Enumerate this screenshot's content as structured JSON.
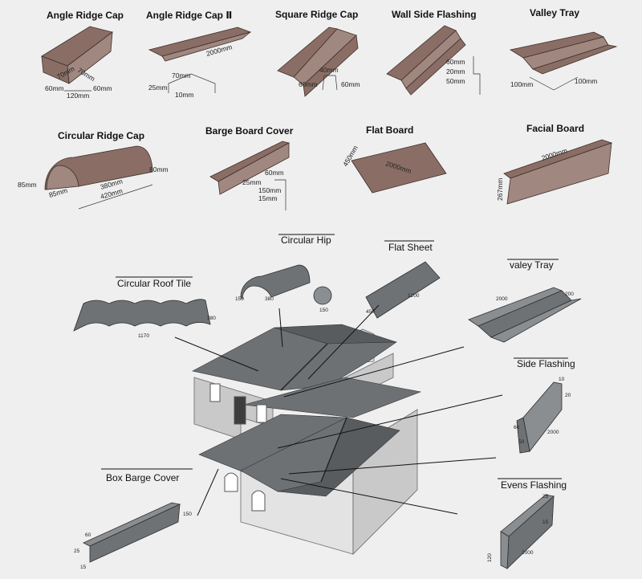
{
  "products": {
    "angle_ridge_cap": {
      "title": "Angle Ridge Cap",
      "d1": "70mm",
      "d2": "70mm",
      "d3": "60mm",
      "d4": "120mm",
      "d5": "60mm"
    },
    "angle_ridge_cap_2": {
      "title": "Angle Ridge Cap Ⅱ",
      "d1": "2000mm",
      "d2": "70mm",
      "d3": "25mm",
      "d4": "10mm"
    },
    "square_ridge_cap": {
      "title": "Square Ridge Cap",
      "d1": "40mm",
      "d2": "60mm",
      "d3": "60mm"
    },
    "wall_side_flashing": {
      "title": "Wall Side Flashing",
      "d1": "60mm",
      "d2": "20mm",
      "d3": "50mm"
    },
    "valley_tray": {
      "title": "Valley Tray",
      "d1": "100mm",
      "d2": "100mm"
    },
    "circular_ridge_cap": {
      "title": "Circular Ridge Cap",
      "d1": "80mm",
      "d2": "85mm",
      "d3": "85mm",
      "d4": "380mm",
      "d5": "420mm"
    },
    "barge_board_cover": {
      "title": "Barge Board Cover",
      "d1": "60mm",
      "d2": "25mm",
      "d3": "150mm",
      "d4": "15mm"
    },
    "flat_board": {
      "title": "Flat Board",
      "d1": "450mm",
      "d2": "2000mm"
    },
    "facial_board": {
      "title": "Facial Board",
      "d1": "2000mm",
      "d2": "267mm"
    }
  },
  "diagram": {
    "circular_hip": {
      "label": "Circular Hip",
      "d1": "150",
      "d2": "380",
      "d3": "150"
    },
    "flat_sheet": {
      "label": "Flat  Sheet",
      "d1": "1200",
      "d2": "450"
    },
    "valey_tray": {
      "label": "valey  Tray",
      "d1": "2000",
      "d2": "200"
    },
    "circular_roof_tile": {
      "label": "Circular Roof Tile",
      "d1": "380",
      "d2": "1170"
    },
    "side_flashing": {
      "label": "Side Flashing",
      "d1": "10",
      "d2": "20",
      "d3": "60",
      "d4": "50",
      "d5": "2000"
    },
    "box_barge_cover": {
      "label": "Box Barge Cover",
      "d1": "150",
      "d2": "60",
      "d3": "25",
      "d4": "15"
    },
    "evens_flashing": {
      "label": "Evens Flashing",
      "d1": "25",
      "d2": "15",
      "d3": "120",
      "d4": "2000"
    }
  }
}
